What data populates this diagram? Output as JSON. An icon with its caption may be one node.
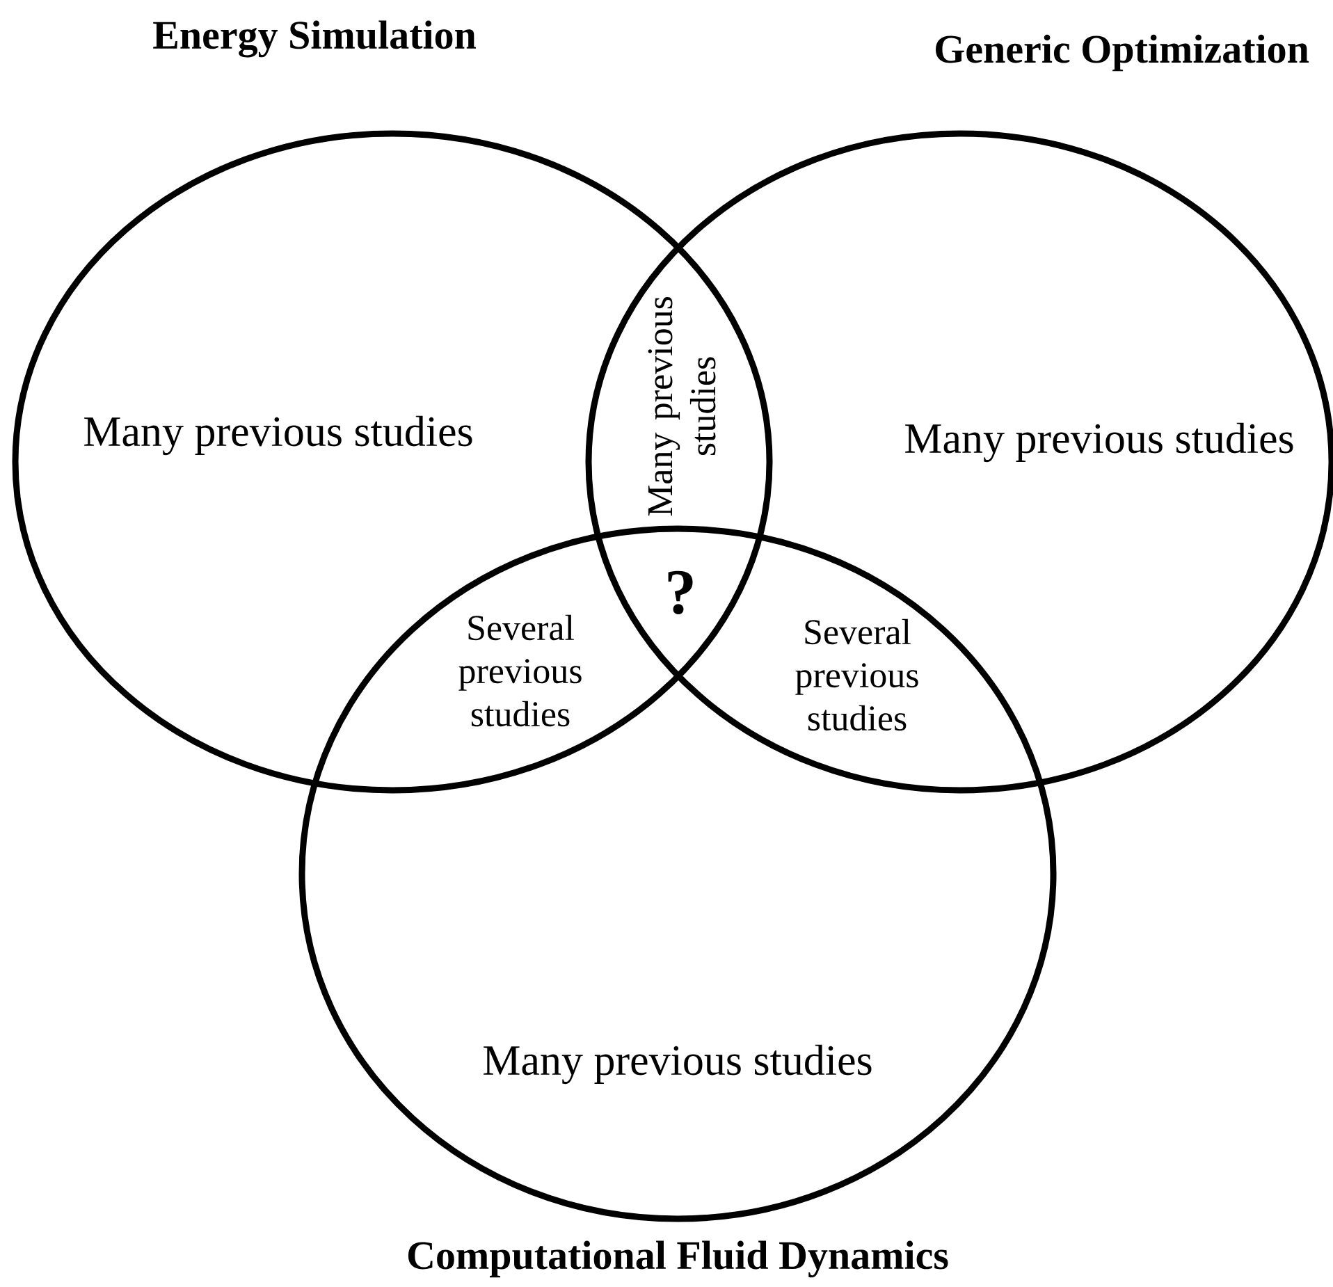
{
  "diagram": {
    "nodes": [
      {
        "text": [
          "Energy Simulation",
          "Many previous studies"
        ]
      },
      {
        "text": [
          "Generic Optimization",
          "Many previous studies"
        ]
      },
      {
        "text": [
          "Many previous studies",
          "Computational Fluid Dynamics"
        ]
      }
    ],
    "labels": [
      "Many previous studies",
      "?",
      "Several previous studies",
      "Several previous studies"
    ]
  }
}
